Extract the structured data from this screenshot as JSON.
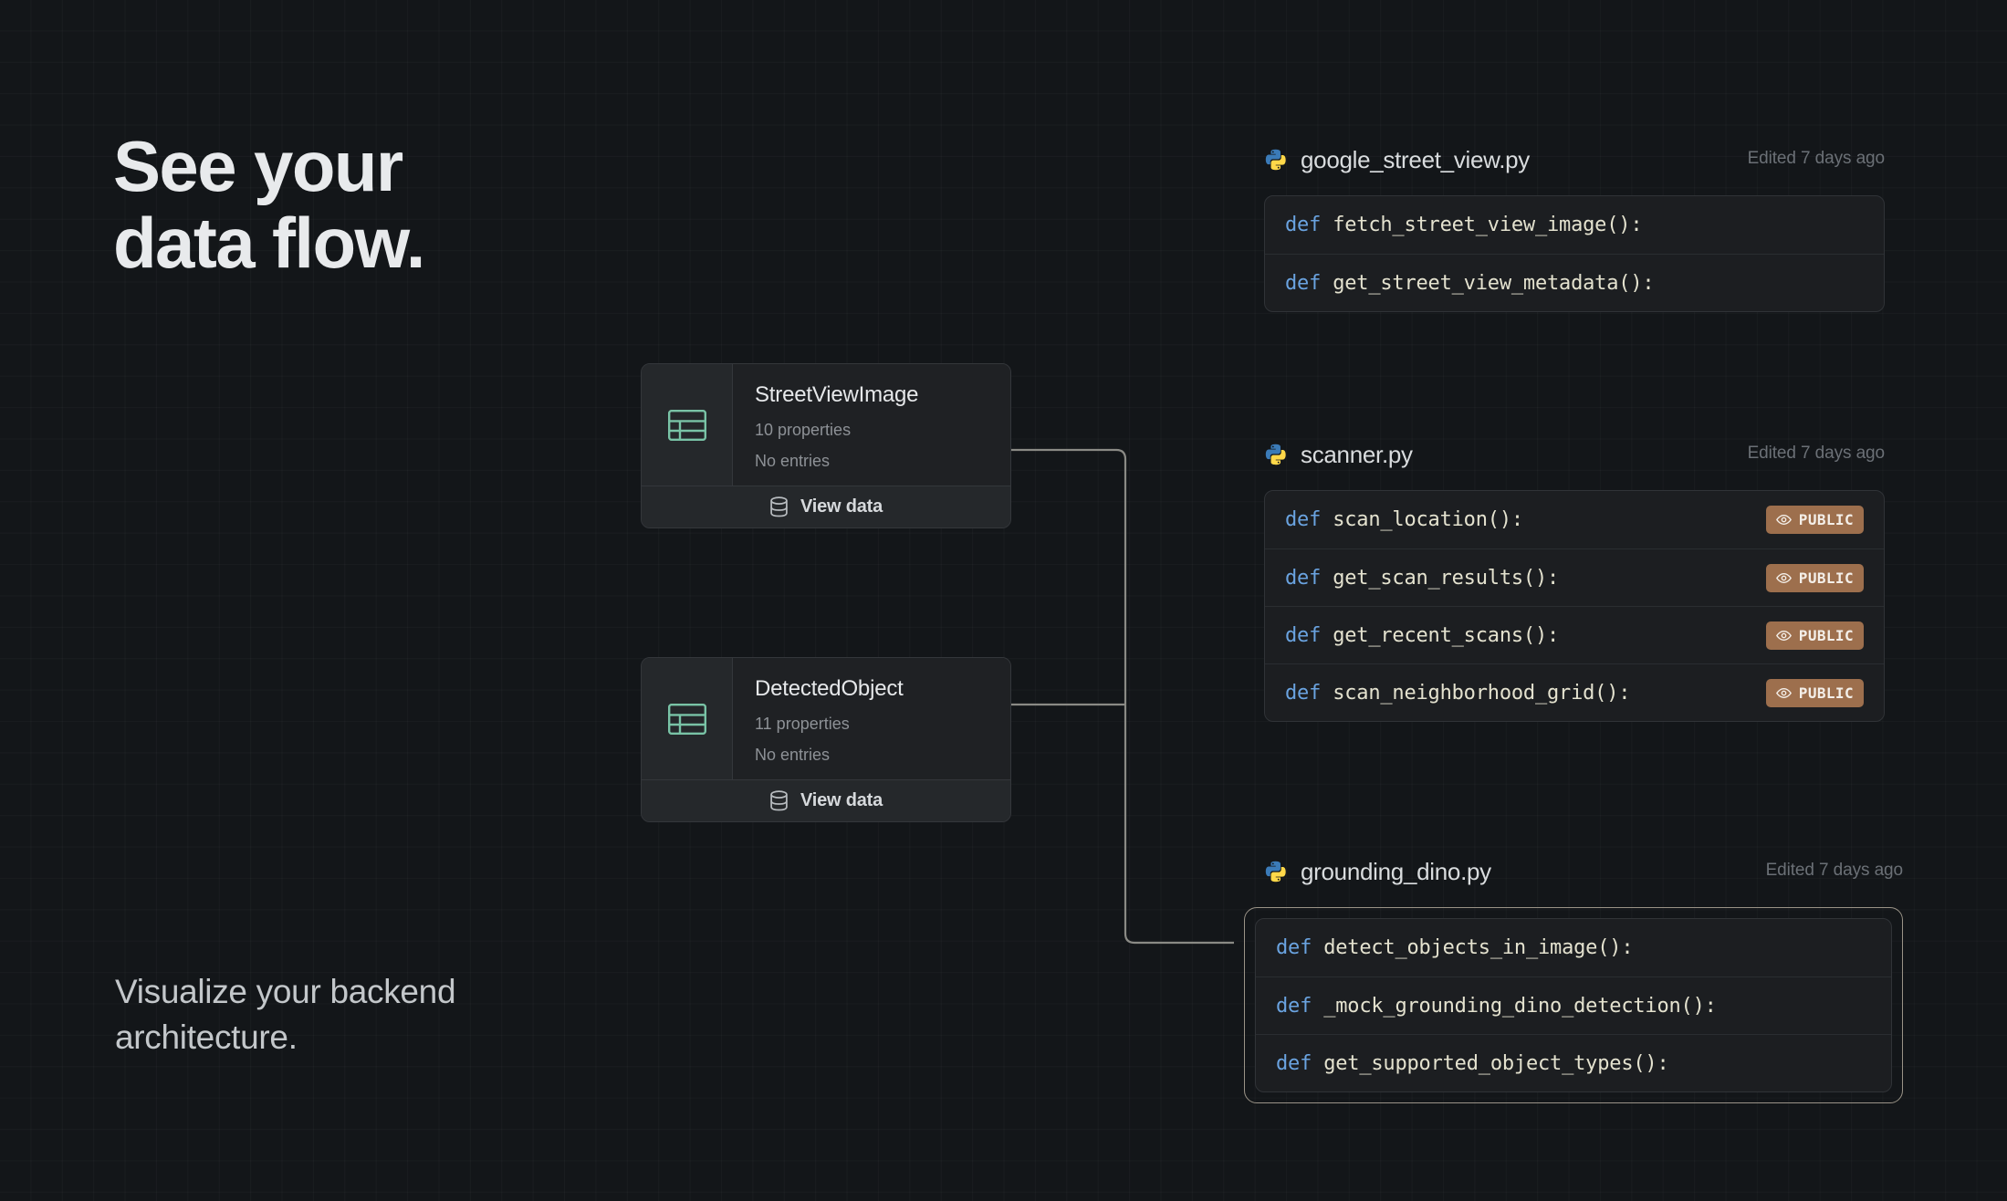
{
  "hero": {
    "headline_line1": "See your",
    "headline_line2": "data flow.",
    "subline_line1": "Visualize your backend",
    "subline_line2": "architecture."
  },
  "colors": {
    "background": "#131619",
    "grid_line": "rgba(255,255,255,0.028)",
    "card_surface": "#1f2124",
    "card_border": "#34373b",
    "table_icon_green": "#79c3a6",
    "code_surface": "#1c1e21",
    "code_keyword_blue": "#6aa3e0",
    "code_fn_cream": "#e4e2cf",
    "badge_brown": "#9d6f4d",
    "muted_text": "#8d9196",
    "edited_text": "#6b7076",
    "connector_line": "#8a8a85",
    "highlight_border": "#9a9387",
    "python_blue": "#3b7bb8",
    "python_yellow": "#ffd849"
  },
  "tables": [
    {
      "title": "StreetViewImage",
      "properties": "10 properties",
      "entries": "No entries",
      "action": "View data",
      "icon": "table-icon",
      "action_icon": "database-icon"
    },
    {
      "title": "DetectedObject",
      "properties": "11 properties",
      "entries": "No entries",
      "action": "View data",
      "icon": "table-icon",
      "action_icon": "database-icon"
    }
  ],
  "files": [
    {
      "name": "google_street_view.py",
      "edited": "Edited 7 days ago",
      "icon": "python-icon",
      "highlighted": false,
      "functions": [
        {
          "keyword": "def",
          "signature": "fetch_street_view_image():",
          "badge": null
        },
        {
          "keyword": "def",
          "signature": "get_street_view_metadata():",
          "badge": null
        }
      ]
    },
    {
      "name": "scanner.py",
      "edited": "Edited 7 days ago",
      "icon": "python-icon",
      "highlighted": false,
      "functions": [
        {
          "keyword": "def",
          "signature": "scan_location():",
          "badge": "PUBLIC"
        },
        {
          "keyword": "def",
          "signature": "get_scan_results():",
          "badge": "PUBLIC"
        },
        {
          "keyword": "def",
          "signature": "get_recent_scans():",
          "badge": "PUBLIC"
        },
        {
          "keyword": "def",
          "signature": "scan_neighborhood_grid():",
          "badge": "PUBLIC"
        }
      ]
    },
    {
      "name": "grounding_dino.py",
      "edited": "Edited 7 days ago",
      "icon": "python-icon",
      "highlighted": true,
      "functions": [
        {
          "keyword": "def",
          "signature": "detect_objects_in_image():",
          "badge": null
        },
        {
          "keyword": "def",
          "signature": "_mock_grounding_dino_detection():",
          "badge": null
        },
        {
          "keyword": "def",
          "signature": "get_supported_object_types():",
          "badge": null
        }
      ]
    }
  ],
  "badge_icon": "eye-icon"
}
